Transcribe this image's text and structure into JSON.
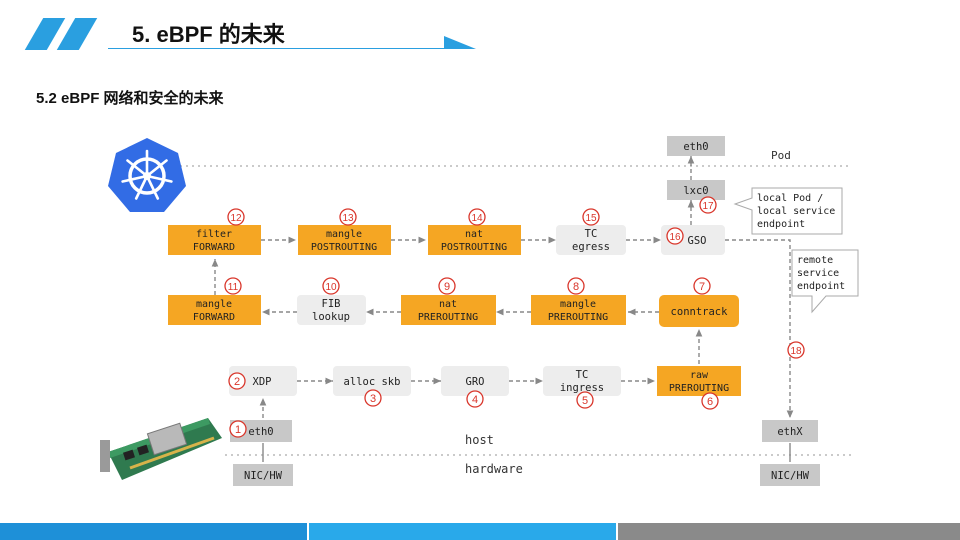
{
  "header": {
    "title": "5. eBPF 的未来",
    "subtitle": "5.2 eBPF 网络和安全的未来"
  },
  "colors": {
    "accent": "#2a9fe0",
    "orange": "#f5a623",
    "gray_box": "#c8c8c8",
    "light_box": "#ededed",
    "marker": "#d9362b",
    "k8s": "#326ce5"
  },
  "diagram": {
    "zones": {
      "pod": "Pod",
      "host": "host",
      "hardware": "hardware"
    },
    "nodes": {
      "eth0_pod": "eth0",
      "lxc0": "lxc0",
      "filter_forward": [
        "filter",
        "FORWARD"
      ],
      "mangle_postrouting": [
        "mangle",
        "POSTROUTING"
      ],
      "nat_postrouting": [
        "nat",
        "POSTROUTING"
      ],
      "tc_egress": [
        "TC",
        "egress"
      ],
      "gso": "GSO",
      "mangle_forward": [
        "mangle",
        "FORWARD"
      ],
      "fib_lookup": [
        "FIB",
        "lookup"
      ],
      "nat_prerouting": [
        "nat",
        "PREROUTING"
      ],
      "mangle_prerouting": [
        "mangle",
        "PREROUTING"
      ],
      "conntrack": "conntrack",
      "xdp": "XDP",
      "alloc_skb": "alloc skb",
      "gro": "GRO",
      "tc_ingress": [
        "TC",
        "ingress"
      ],
      "raw_prerouting": [
        "raw",
        "PREROUTING"
      ],
      "eth0_host": "eth0",
      "ethx": "ethX",
      "nic_hw_left": "NIC/HW",
      "nic_hw_right": "NIC/HW"
    },
    "callouts": {
      "local": [
        "local Pod /",
        "local service",
        "endpoint"
      ],
      "remote": [
        "remote",
        "service",
        "endpoint"
      ]
    },
    "markers": [
      "1",
      "2",
      "3",
      "4",
      "5",
      "6",
      "7",
      "8",
      "9",
      "10",
      "11",
      "12",
      "13",
      "14",
      "15",
      "16",
      "17",
      "18"
    ]
  },
  "icons": [
    "kubernetes-logo-icon",
    "network-card-icon"
  ]
}
